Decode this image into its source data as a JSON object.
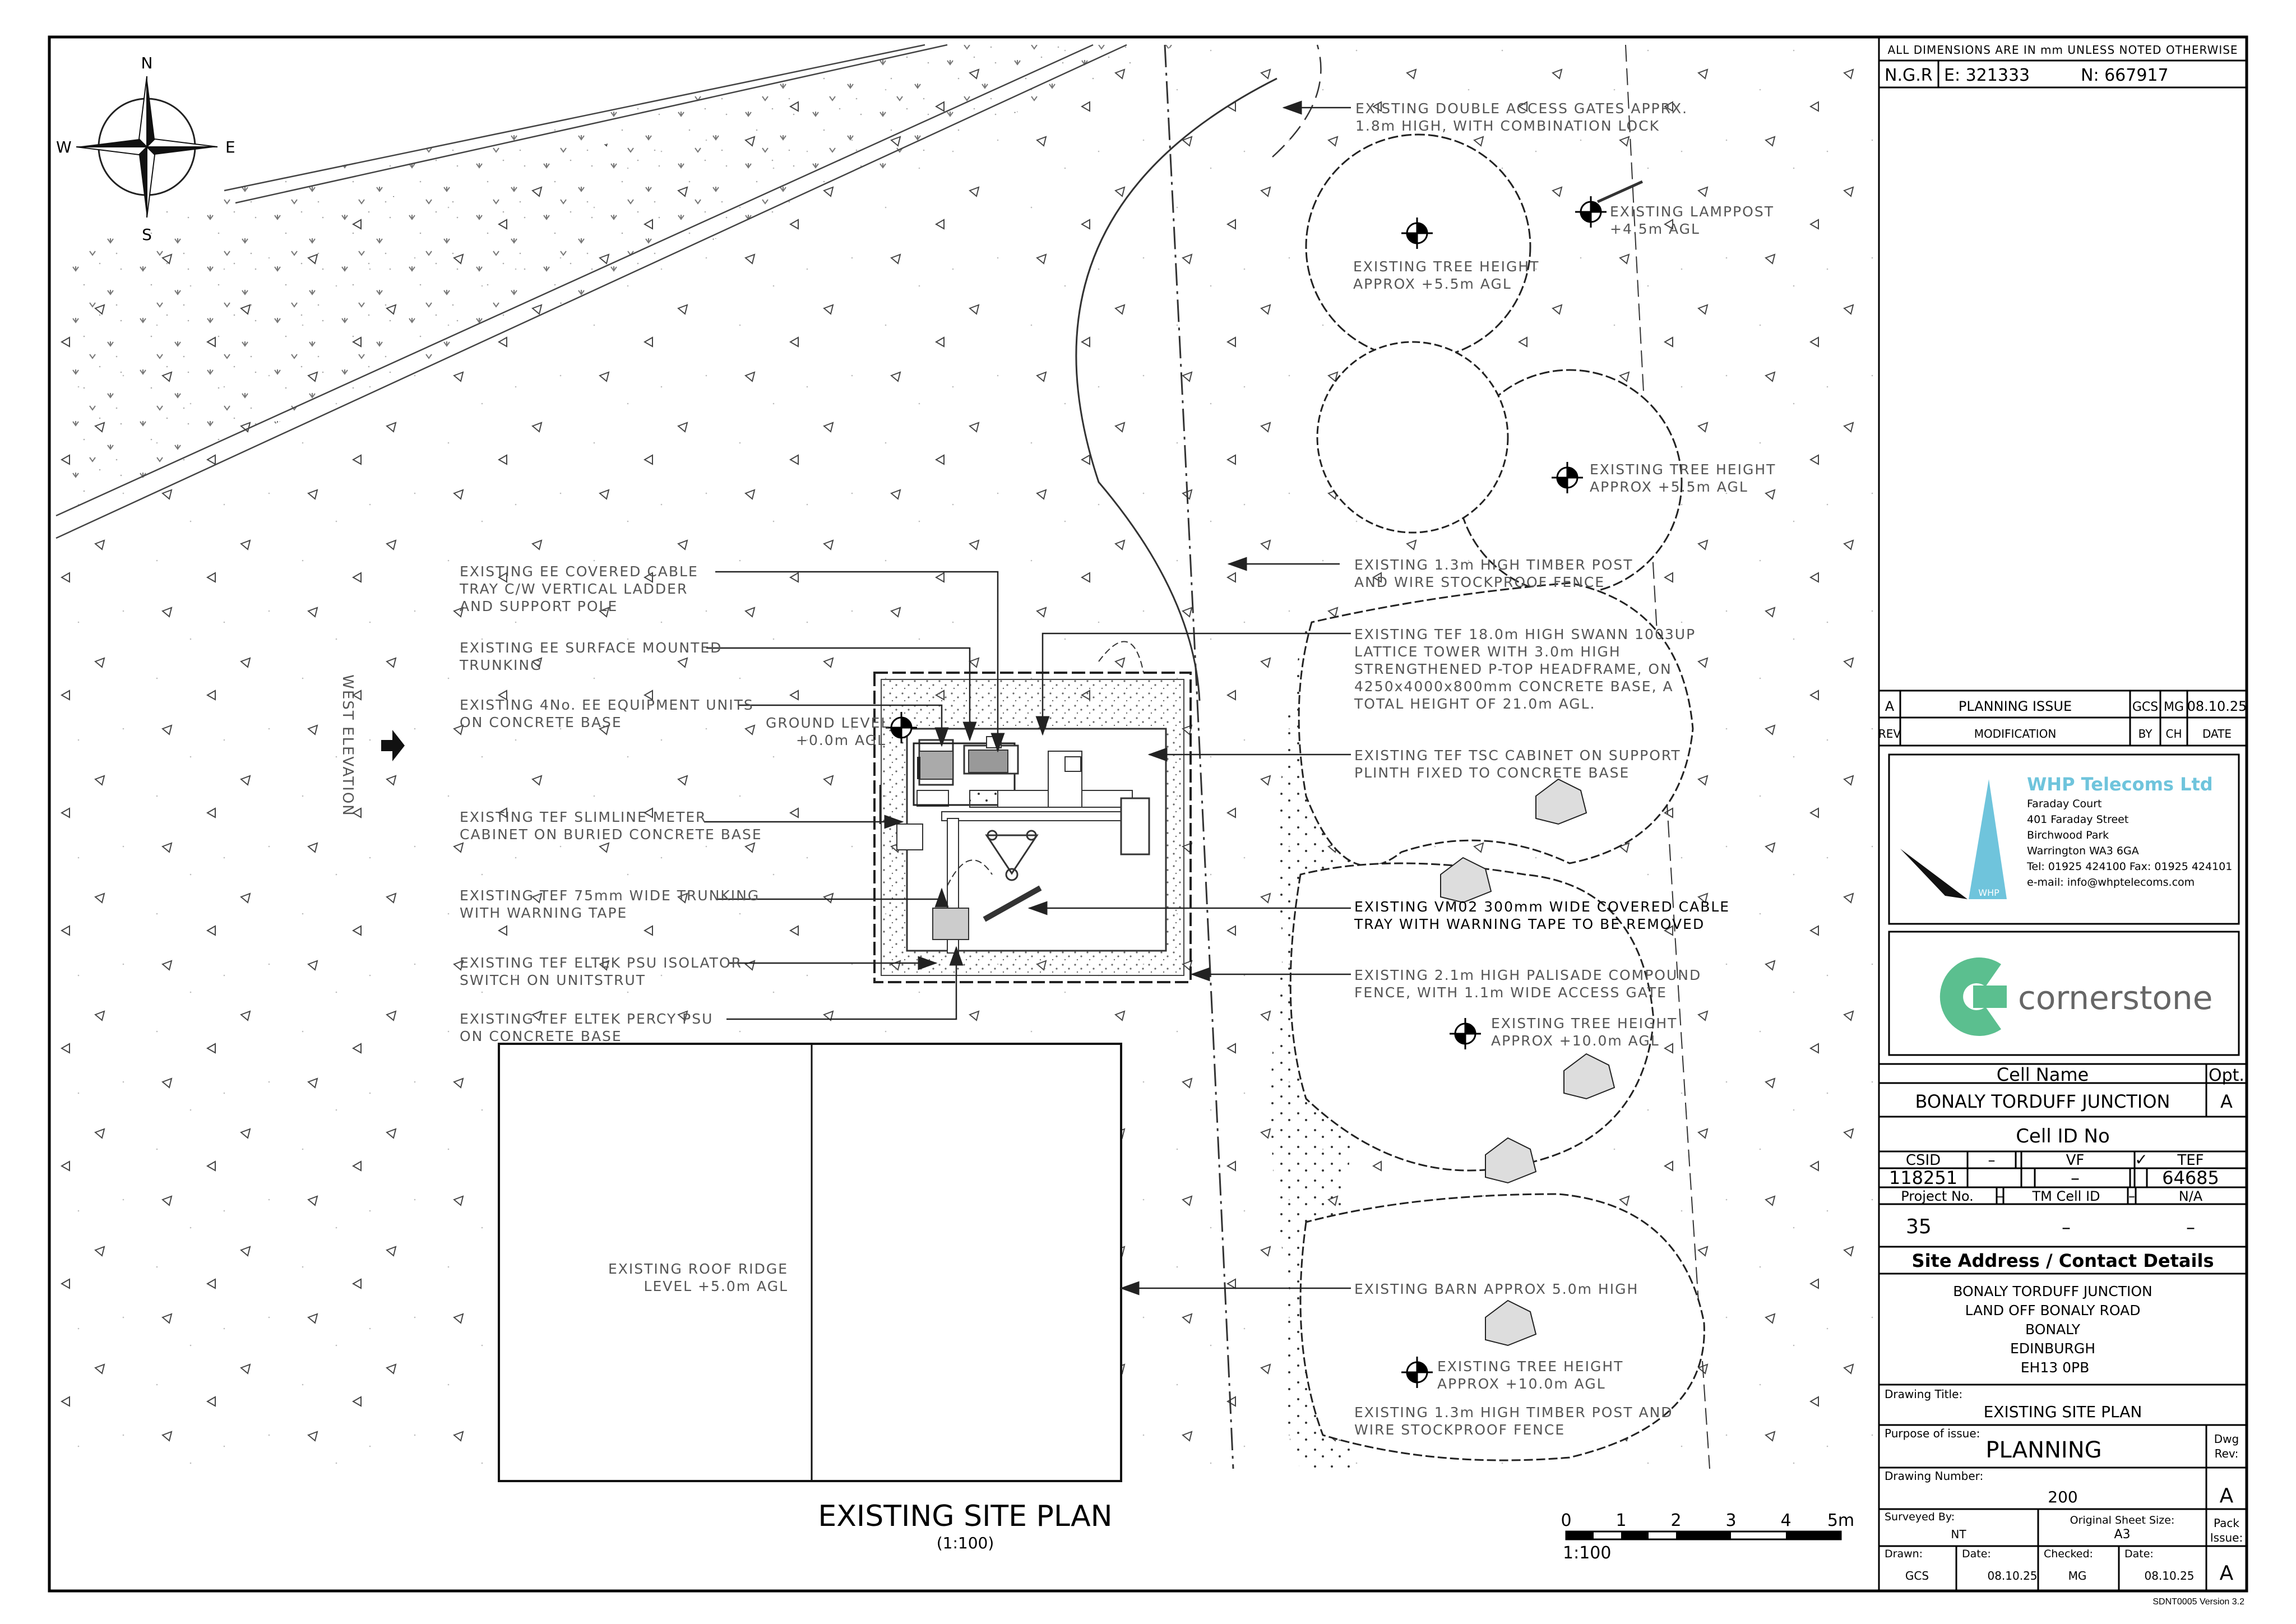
{
  "compass": {
    "n": "N",
    "s": "S",
    "e": "E",
    "w": "W"
  },
  "west_elevation": "WEST ELEVATION",
  "title": {
    "main": "EXISTING SITE PLAN",
    "scale": "(1:100)"
  },
  "scale_bar": {
    "ticks": [
      "0",
      "1",
      "2",
      "3",
      "4",
      "5m"
    ],
    "ratio": "1:100"
  },
  "annotations": {
    "gates": [
      "EXISTING DOUBLE ACCESS GATES APPRX.",
      "1.8m HIGH, WITH COMBINATION LOCK"
    ],
    "lamppost": [
      "EXISTING LAMPPOST",
      "+4.5m AGL"
    ],
    "tree1": [
      "EXISTING TREE HEIGHT",
      "APPROX +5.5m AGL"
    ],
    "tree2": [
      "EXISTING TREE HEIGHT",
      "APPROX +5.5m AGL"
    ],
    "fence_top": [
      "EXISTING 1.3m HIGH TIMBER POST",
      "AND WIRE STOCKPROOF FENCE"
    ],
    "lattice": [
      "EXISTING TEF 18.0m HIGH SWANN 1003UP",
      "LATTICE TOWER WITH 3.0m HIGH",
      "STRENGTHENED P-TOP HEADFRAME, ON",
      "4250x4000x800mm CONCRETE BASE, A",
      "TOTAL HEIGHT OF 21.0m AGL."
    ],
    "tsc": [
      "EXISTING TEF TSC CABINET ON SUPPORT",
      "PLINTH FIXED TO CONCRETE BASE"
    ],
    "vm02": [
      "EXISTING VM02 300mm WIDE COVERED CABLE",
      "TRAY WITH WARNING TAPE TO BE REMOVED"
    ],
    "palisade": [
      "EXISTING 2.1m HIGH PALISADE COMPOUND",
      "FENCE, WITH 1.1m WIDE ACCESS GATE"
    ],
    "tree3": [
      "EXISTING TREE HEIGHT",
      "APPROX +10.0m AGL"
    ],
    "barn": [
      "EXISTING BARN APPROX 5.0m HIGH"
    ],
    "tree4": [
      "EXISTING TREE HEIGHT",
      "APPROX +10.0m AGL"
    ],
    "fence_bottom": [
      "EXISTING 1.3m HIGH TIMBER POST AND",
      "WIRE STOCKPROOF FENCE"
    ],
    "ee_tray": [
      "EXISTING EE COVERED CABLE",
      "TRAY C/W VERTICAL LADDER",
      "AND SUPPORT POLE"
    ],
    "ee_trunk": [
      "EXISTING EE SURFACE MOUNTED",
      "TRUNKING"
    ],
    "ee_units": [
      "EXISTING 4No. EE EQUIPMENT UNITS",
      "ON CONCRETE BASE"
    ],
    "ground": [
      "GROUND LEVEL",
      "+0.0m AGL"
    ],
    "meter": [
      "EXISTING TEF SLIMLINE METER",
      "CABINET ON BURIED CONCRETE BASE"
    ],
    "trunk75": [
      "EXISTING TEF 75mm WIDE TRUNKING",
      "WITH WARNING TAPE"
    ],
    "isolator": [
      "EXISTING TEF ELTEK PSU ISOLATOR",
      "SWITCH ON UNITSTRUT"
    ],
    "percy": [
      "EXISTING TEF ELTEK PERCY PSU",
      "ON CONCRETE BASE"
    ],
    "ridge": [
      "EXISTING ROOF RIDGE",
      "LEVEL +5.0m AGL"
    ]
  },
  "title_block": {
    "dims_note": "ALL DIMENSIONS ARE IN mm UNLESS NOTED OTHERWISE",
    "ngr_label": "N.G.R",
    "easting": "E: 321333",
    "northing": "N:  667917",
    "rev": {
      "letter": "A",
      "description": "PLANNING ISSUE",
      "by": "GCS",
      "ch": "MG",
      "date": "08.10.25"
    },
    "rev_header": {
      "rev": "REV",
      "modification": "MODIFICATION",
      "by": "BY",
      "ch": "CH",
      "date": "DATE"
    },
    "whp": {
      "name": "WHP Telecoms Ltd",
      "address": [
        "Faraday Court",
        "401 Faraday Street",
        "Birchwood Park",
        "Warrington WA3 6GA",
        "Tel: 01925 424100  Fax: 01925 424101",
        "e-mail: info@whptelecoms.com"
      ],
      "mark": "WHP"
    },
    "cornerstone": "cornerstone",
    "cell_name_label": "Cell Name",
    "opt_label": "Opt.",
    "cell_name": "BONALY TORDUFF JUNCTION",
    "opt": "A",
    "cell_id_label": "Cell ID No",
    "csid_label": "CSID",
    "vf_label": "VF",
    "tef_label": "TEF",
    "dash": "–",
    "check": "✓",
    "csid": "118251",
    "vf": "–",
    "tef": "64685",
    "project_label": "Project No.",
    "tm_label": "TM Cell ID",
    "na": "N/A",
    "project": "35",
    "tm": "–",
    "na_value": "–",
    "site_address_label": "Site Address / Contact Details",
    "address": [
      "BONALY TORDUFF JUNCTION",
      "LAND OFF BONALY ROAD",
      "BONALY",
      "EDINBURGH",
      "EH13 0PB"
    ],
    "drawing_title_label": "Drawing Title:",
    "drawing_title": "EXISTING SITE PLAN",
    "purpose_label": "Purpose of issue:",
    "purpose": "PLANNING",
    "dwg_rev_label": [
      "Dwg",
      "Rev:"
    ],
    "drawing_number_label": "Drawing Number:",
    "drawing_number": "200",
    "dwg_rev": "A",
    "surveyed_label": "Surveyed By:",
    "surveyed": "NT",
    "sheet_size_label": "Original Sheet Size:",
    "sheet_size": "A3",
    "pack_label": [
      "Pack",
      "Issue:"
    ],
    "drawn_label": "Drawn:",
    "drawn": "GCS",
    "date_label": "Date:",
    "drawn_date": "08.10.25",
    "checked_label": "Checked:",
    "checked": "MG",
    "checked_date_label": "Date:",
    "checked_date": "08.10.25",
    "pack": "A",
    "version": "SDNT0005 Version 3.2"
  },
  "colors": {
    "whp_blue": "#6fc4dc",
    "cornerstone_green": "#5bbf8f",
    "cornerstone_grey": "#666666"
  }
}
